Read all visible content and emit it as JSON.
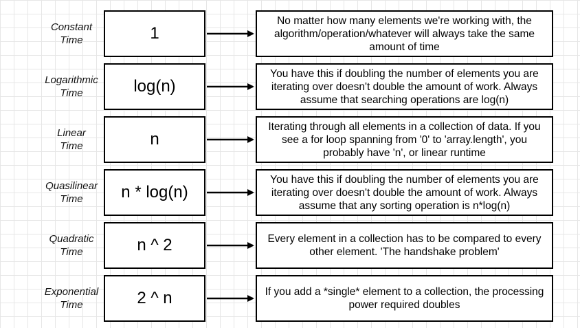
{
  "rows": [
    {
      "label_line1": "Constant",
      "label_line2": "Time",
      "complexity": "1",
      "description": "No matter how many elements we're working with, the algorithm/operation/whatever will always take the same amount of time"
    },
    {
      "label_line1": "Logarithmic",
      "label_line2": "Time",
      "complexity": "log(n)",
      "description": "You have this if doubling the number of elements you are iterating over doesn't double the amount of work. Always assume that searching operations are log(n)"
    },
    {
      "label_line1": "Linear",
      "label_line2": "Time",
      "complexity": "n",
      "description": "Iterating through all elements in a collection of data. If you see a for loop spanning from '0' to 'array.length', you probably have 'n', or linear runtime"
    },
    {
      "label_line1": "Quasilinear",
      "label_line2": "Time",
      "complexity": "n * log(n)",
      "description": "You have this if doubling the number of elements you are iterating over doesn't double the amount of work. Always assume that any sorting operation is n*log(n)"
    },
    {
      "label_line1": "Quadratic",
      "label_line2": "Time",
      "complexity": "n ^ 2",
      "description": "Every element in a collection has to be compared to every other element. 'The handshake problem'"
    },
    {
      "label_line1": "Exponential",
      "label_line2": "Time",
      "complexity": "2 ^ n",
      "description": "If you add a *single* element to a collection, the processing power required doubles"
    }
  ]
}
